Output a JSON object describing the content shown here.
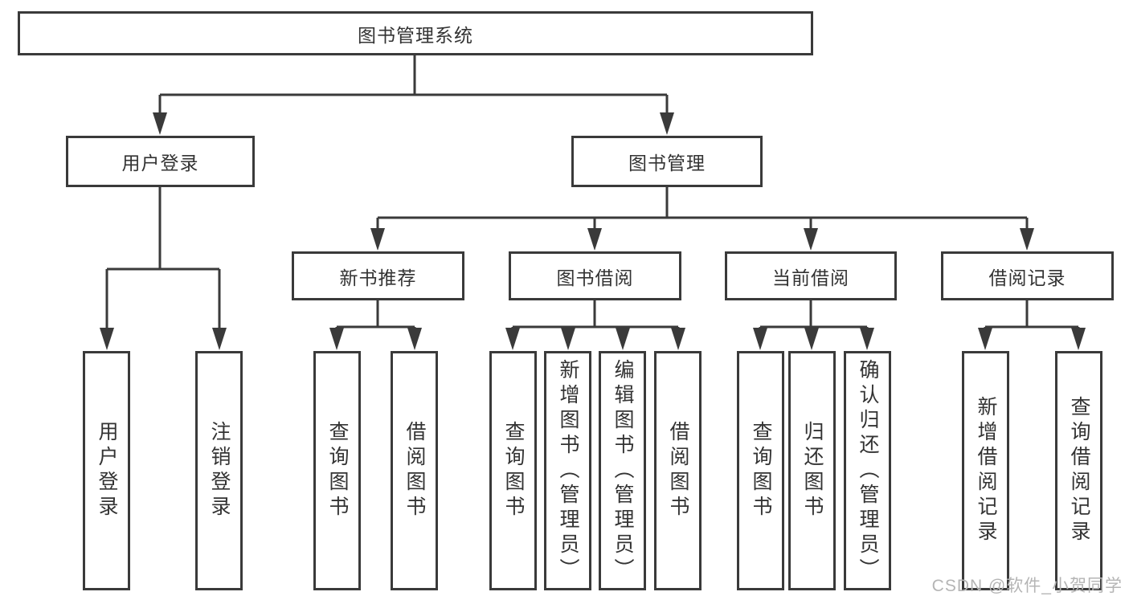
{
  "diagram": {
    "title": "图书管理系统",
    "root": {
      "label": "图书管理系统"
    },
    "branches": [
      {
        "label": "用户登录",
        "children": [
          {
            "label": "用户登录"
          },
          {
            "label": "注销登录"
          }
        ]
      },
      {
        "label": "图书管理",
        "children": [
          {
            "label": "新书推荐",
            "children": [
              {
                "label": "查询图书"
              },
              {
                "label": "借阅图书"
              }
            ]
          },
          {
            "label": "图书借阅",
            "children": [
              {
                "label": "查询图书"
              },
              {
                "label": "新增图书（管理员）"
              },
              {
                "label": "编辑图书（管理员）"
              },
              {
                "label": "借阅图书"
              }
            ]
          },
          {
            "label": "当前借阅",
            "children": [
              {
                "label": "查询图书"
              },
              {
                "label": "归还图书"
              },
              {
                "label": "确认归还（管理员）"
              }
            ]
          },
          {
            "label": "借阅记录",
            "children": [
              {
                "label": "新增借阅记录"
              },
              {
                "label": "查询借阅记录"
              }
            ]
          }
        ]
      }
    ],
    "colors": {
      "line": "#3a3a3a",
      "text": "#333333",
      "watermark": "#b5b5b5",
      "background": "#ffffff"
    }
  },
  "watermark": {
    "text": "CSDN @软件_小贺同学"
  }
}
